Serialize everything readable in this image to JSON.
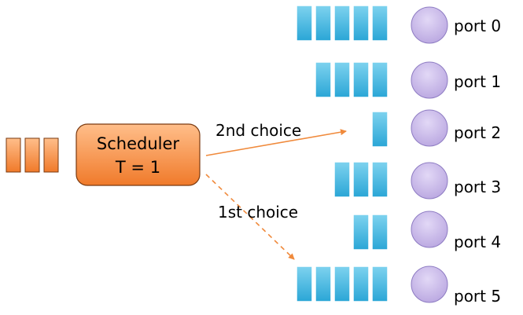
{
  "scheduler": {
    "name": "Scheduler",
    "param": "T = 1"
  },
  "incoming_queue": {
    "packet_count": 3
  },
  "choices": {
    "second": "2nd choice",
    "first": "1st choice"
  },
  "ports": [
    {
      "label": "port 0",
      "queue_length": 5
    },
    {
      "label": "port 1",
      "queue_length": 4
    },
    {
      "label": "port 2",
      "queue_length": 1
    },
    {
      "label": "port 3",
      "queue_length": 3
    },
    {
      "label": "port 4",
      "queue_length": 2
    },
    {
      "label": "port 5",
      "queue_length": 5
    }
  ],
  "colors": {
    "packet_orange": "#f08a3c",
    "packet_cyan": "#3bb3dc",
    "port_circle": "#c7b7e6",
    "arrow": "#f08a3c"
  }
}
